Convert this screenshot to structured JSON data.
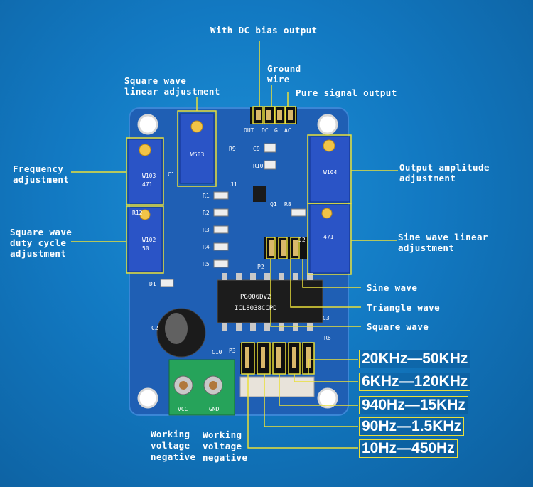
{
  "labels": {
    "dc_bias_output": "With DC bias output",
    "ground_wire_line1": "Ground",
    "ground_wire_line2": "wire",
    "pure_signal_output": "Pure signal output",
    "square_linear_line1": "Square wave",
    "square_linear_line2": "linear adjustment",
    "frequency_line1": "Frequency",
    "frequency_line2": "adjustment",
    "output_amp_line1": "Output amplitude",
    "output_amp_line2": "adjustment",
    "sine_linear_line1": "Sine wave linear",
    "sine_linear_line2": "adjustment",
    "duty_line1": "Square wave",
    "duty_line2": "duty cycle",
    "duty_line3": "adjustment",
    "sine_wave": "Sine wave",
    "triangle_wave": "Triangle wave",
    "square_wave": "Square wave",
    "vcc_line1": "Working",
    "vcc_line2": "voltage",
    "vcc_line3": "negative",
    "gnd_line1": "Working",
    "gnd_line2": "voltage",
    "gnd_line3": "negative"
  },
  "ranges": [
    "20KHz—50KHz",
    "6KHz—120KHz",
    "940Hz—15KHz",
    "90Hz—1.5KHz",
    "10Hz—450Hz"
  ],
  "board_text": {
    "header_out": "OUT",
    "header_dc": "DC",
    "header_g": "G",
    "header_ac": "AC",
    "pot1": "W103",
    "pot1_sub": "471",
    "pot2": "W102",
    "pot2_sub": "50",
    "pot3": "W503",
    "pot4": "W104",
    "pot4_sub": "471",
    "ic_line1": "PG006DV2",
    "ic_line2": "ICL8038CCPD",
    "terminal_vcc": "VCC",
    "terminal_gnd": "GND",
    "p2": "P2",
    "p3": "P3",
    "r1": "R1",
    "r2": "R2",
    "r3": "R3",
    "r4": "R4",
    "r5": "R5",
    "r6": "R6",
    "r8": "R8",
    "r9": "R9",
    "r10": "R10",
    "r12": "R12",
    "c1": "C1",
    "c2": "C2",
    "c9": "C9",
    "c10": "C10",
    "c3": "C3",
    "d1": "D1",
    "q1": "Q1",
    "j1": "J1",
    "j2": "J2"
  },
  "colors": {
    "background": "#1279c2",
    "board": "#1f64b8",
    "highlight": "#e9df3a",
    "label_text": "#ffffff"
  }
}
